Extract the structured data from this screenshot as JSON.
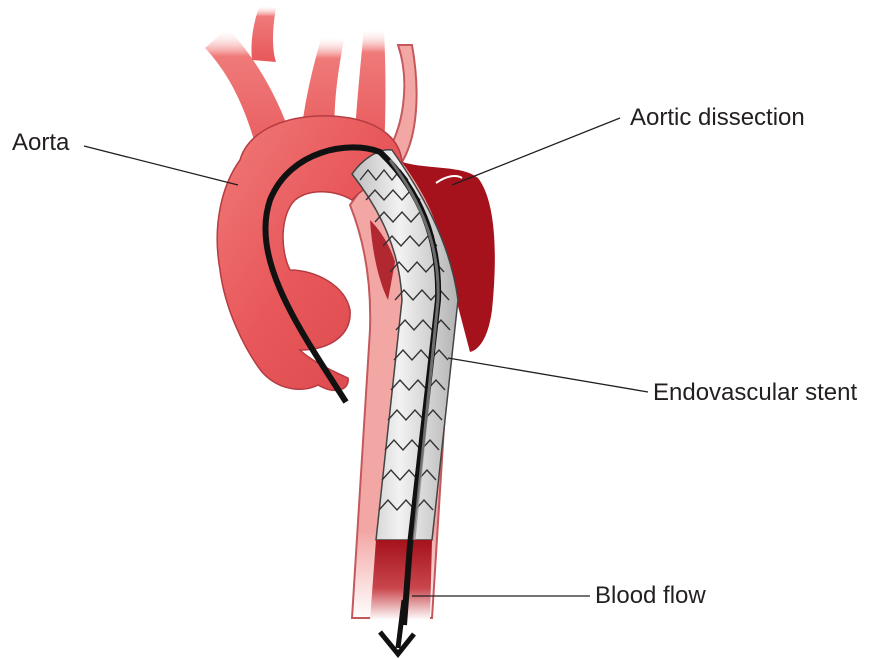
{
  "labels": {
    "aorta": "Aorta",
    "aortic_dissection": "Aortic dissection",
    "endovascular_stent": "Endovascular stent",
    "blood_flow": "Blood flow"
  },
  "colors": {
    "vessel_fill": "#e8575a",
    "vessel_light": "#f49a98",
    "vessel_outline": "#7a1c20",
    "false_lumen": "#a5121c",
    "descending_wall": "#f3a7a5",
    "stent_fill": "#d7d7d7",
    "stent_wire": "#333333",
    "guidewire": "#111111",
    "leader_line": "#231f20"
  }
}
